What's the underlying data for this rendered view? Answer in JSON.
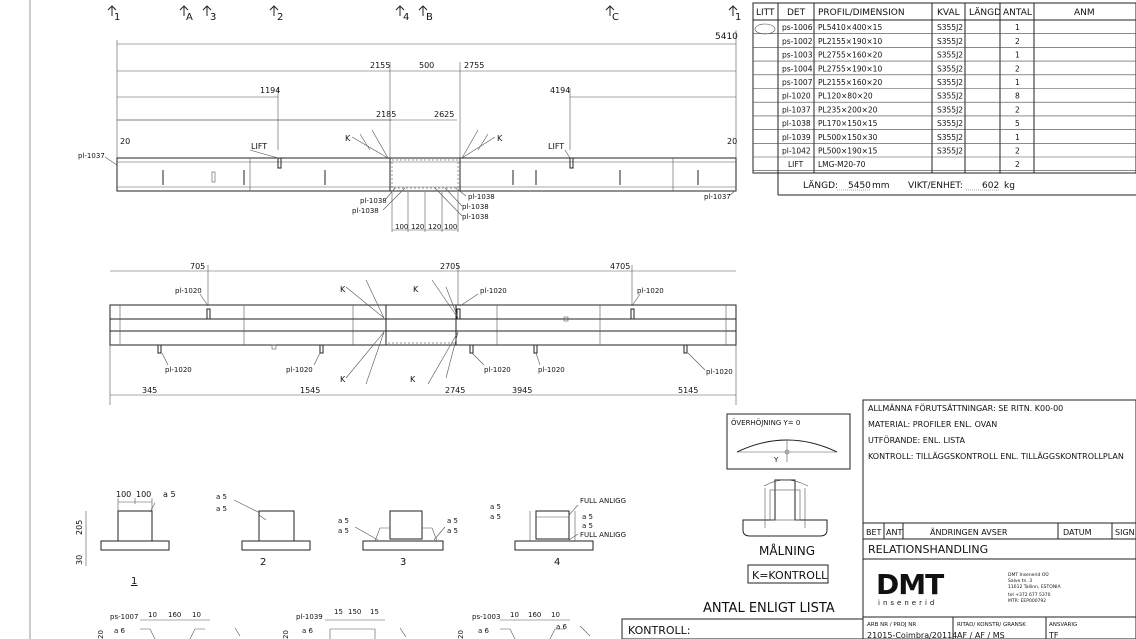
{
  "section_markers": [
    {
      "label": "1"
    },
    {
      "label": "A"
    },
    {
      "label": "3"
    },
    {
      "label": "2"
    },
    {
      "label": "4"
    },
    {
      "label": "B"
    },
    {
      "label": "C"
    },
    {
      "label": "1"
    }
  ],
  "dims_top": {
    "total": "5410",
    "d2155": "2155",
    "d500": "500",
    "d2755": "2755",
    "d1194": "1194",
    "d4194": "4194",
    "d2185": "2185",
    "d2625": "2625",
    "d20a": "20",
    "d20b": "20",
    "d100a": "100",
    "d120a": "120",
    "d120b": "120",
    "d100b": "100"
  },
  "labels_top": {
    "lift_left": "LIFT",
    "lift_right": "LIFT",
    "k_left": "K",
    "k_right": "K",
    "pl1037_left": "pl-1037",
    "pl1037_right": "pl-1037",
    "pl1038_a": "pl-1038",
    "pl1038_b": "pl-1038",
    "pl1038_c": "pl-1038",
    "pl1038_d": "pl-1038",
    "pl1038_e": "pl-1038"
  },
  "dims_mid": {
    "d705": "705",
    "d2705": "2705",
    "d4705": "4705",
    "d345": "345",
    "d1545": "1545",
    "d2745": "2745",
    "d3945": "3945",
    "d5145": "5145"
  },
  "labels_mid": {
    "pl1020": "pl-1020",
    "k": "K"
  },
  "parts_table": {
    "headers": [
      "LITT",
      "DET",
      "PROFIL/DIMENSION",
      "KVAL",
      "LÄNGD",
      "ANTAL",
      "ANM"
    ],
    "rows": [
      {
        "litt": "",
        "det": "ps-1006",
        "profil": "PL5410×400×15",
        "kval": "S355J2",
        "antal": "1"
      },
      {
        "litt": "",
        "det": "ps-1002",
        "profil": "PL2155×190×10",
        "kval": "S355J2",
        "antal": "2"
      },
      {
        "litt": "",
        "det": "ps-1003",
        "profil": "PL2755×160×20",
        "kval": "S355J2",
        "antal": "1"
      },
      {
        "litt": "",
        "det": "ps-1004",
        "profil": "PL2755×190×10",
        "kval": "S355J2",
        "antal": "2"
      },
      {
        "litt": "",
        "det": "ps-1007",
        "profil": "PL2155×160×20",
        "kval": "S355J2",
        "antal": "1"
      },
      {
        "litt": "",
        "det": "pl-1020",
        "profil": "PL120×80×20",
        "kval": "S355J2",
        "antal": "8"
      },
      {
        "litt": "",
        "det": "pl-1037",
        "profil": "PL235×200×20",
        "kval": "S355J2",
        "antal": "2"
      },
      {
        "litt": "",
        "det": "pl-1038",
        "profil": "PL170×150×15",
        "kval": "S355J2",
        "antal": "5"
      },
      {
        "litt": "",
        "det": "pl-1039",
        "profil": "PL500×150×30",
        "kval": "S355J2",
        "antal": "1"
      },
      {
        "litt": "",
        "det": "pl-1042",
        "profil": "PL500×190×15",
        "kval": "S355J2",
        "antal": "2"
      },
      {
        "litt": "",
        "det": "LIFT",
        "profil": "LMG-M20-70",
        "kval": "",
        "antal": "2"
      }
    ],
    "langd_label": "LÄNGD:",
    "langd_value": "5450",
    "langd_unit": "mm",
    "vikt_label": "VIKT/ENHET:",
    "vikt_value": "602",
    "vikt_unit": "kg"
  },
  "notes": {
    "line1": "ALLMÄNNA FÖRUTSÄTTNINGAR: SE RITN. K00-00",
    "line2": "MATERIAL: PROFILER ENL. OVAN",
    "line3": "UTFÖRANDE: ENL. LISTA",
    "line4": "KONTROLL: TILLÄGGSKONTROLL ENL. TILLÄGGSKONTROLLPLAN"
  },
  "camber": {
    "label": "ÖVERHÖJNING Y= 0",
    "y": "Y"
  },
  "painting": {
    "label": "MÅLNING",
    "kontroll": "K=KONTROLL"
  },
  "antal_label": "ANTAL ENLIGT LISTA",
  "kontroll_label": "KONTROLL:",
  "revision": {
    "bet": "BET",
    "ant": "ANT",
    "andring": "ÄNDRINGEN AVSER",
    "datum": "DATUM",
    "sign": "SIGN"
  },
  "relationshandling": "RELATIONSHANDLING",
  "company": {
    "logo": "DMT",
    "logo_sub": "insenerid",
    "name": "DMT Insenerid OÜ",
    "addr1": "Salve tn. 3",
    "addr2": "11612 Tallinn, ESTONIA",
    "tel": "tel +372 677 5370",
    "reg": "MTR: EEP000792"
  },
  "title_block": {
    "arb_label": "ARB NR / PROJ NR",
    "arb_value": "21015-Coimbra/20114",
    "ritad_label": "RITAD/ KONSTR/ GRANSK",
    "ritad_value": "AF / AF / MS",
    "ansvarig_label": "ANSVARIG",
    "ansvarig_value": "TF"
  },
  "details": {
    "d1": {
      "num": "1",
      "w1": "100",
      "w2": "100",
      "h1": "205",
      "h2": "30",
      "weld": "a 5"
    },
    "d2": {
      "num": "2",
      "weld1": "a 5",
      "weld2": "a 5"
    },
    "d3": {
      "num": "3",
      "weld1": "a 5",
      "weld2": "a 5",
      "weld3": "a 5",
      "weld4": "a 5"
    },
    "d4": {
      "num": "4",
      "weld1": "a 5",
      "weld2": "a 5",
      "weld3": "a 5",
      "weld4": "a 5",
      "full1": "FULL ANLIGG",
      "full2": "FULL ANLIGG"
    }
  },
  "bottom_details": {
    "b1": {
      "part": "ps-1007",
      "d10a": "10",
      "d160": "160",
      "d10b": "10",
      "weld": "a 6",
      "h": "20"
    },
    "b2": {
      "part": "pl-1039",
      "d15a": "15",
      "d150": "150",
      "d15b": "15",
      "weld": "a 6",
      "h": "20"
    },
    "b3": {
      "part": "ps-1003",
      "d10a": "10",
      "d160": "160",
      "d10b": "10",
      "weld1": "a 6",
      "weld2": "a 6",
      "h": "20"
    }
  }
}
